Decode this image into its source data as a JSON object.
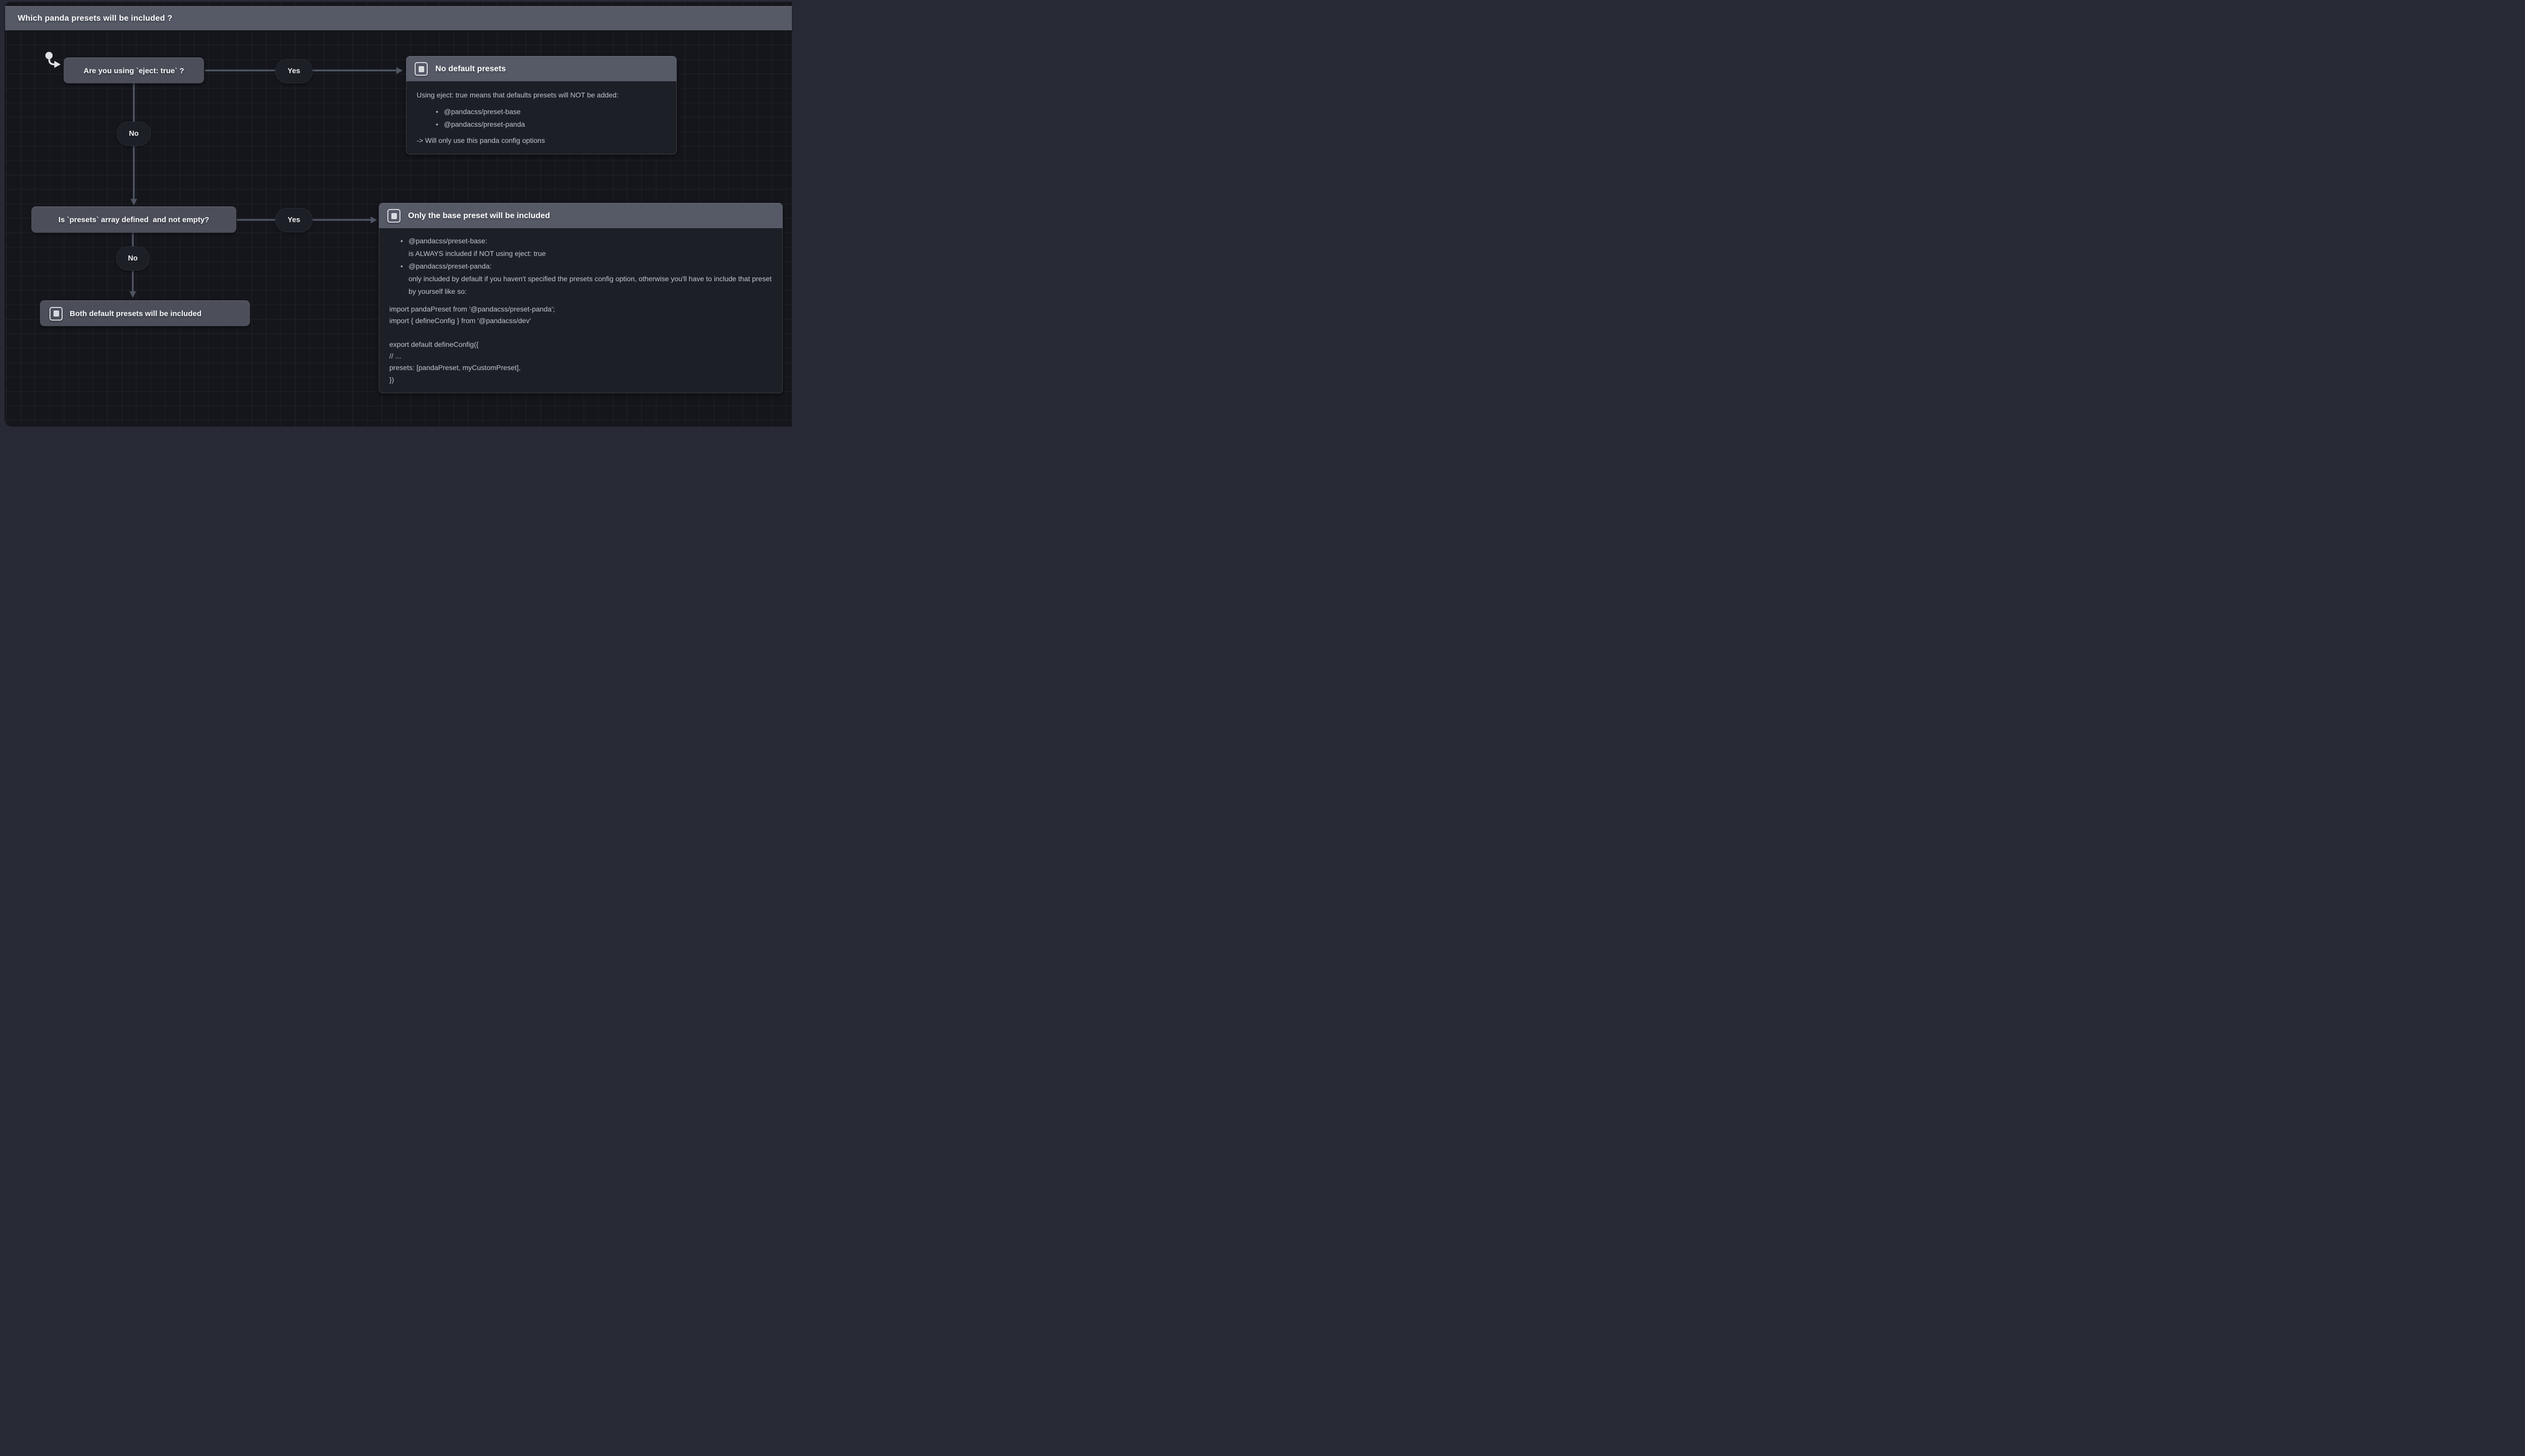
{
  "frame": {
    "title": "Which panda presets will be included ?"
  },
  "nodes": {
    "q_eject": {
      "label": "Are you using `eject: true` ?"
    },
    "q_presets": {
      "label": "Is `presets` array defined  and not empty?"
    },
    "result_both": {
      "label": "Both default presets will be included"
    }
  },
  "edges": {
    "eject_yes": {
      "label": "Yes"
    },
    "eject_no": {
      "label": "No"
    },
    "presets_yes": {
      "label": "Yes"
    },
    "presets_no": {
      "label": "No"
    }
  },
  "box_no_default": {
    "title": "No default presets",
    "intro": "Using eject: true means that defaults presets will NOT be added:",
    "bullets": [
      "@pandacss/preset-base",
      "@pandacss/preset-panda"
    ],
    "outro": "-> Will only use this panda config options"
  },
  "box_base_only": {
    "title": "Only the base preset will be included",
    "bullets": [
      {
        "lead": "@pandacss/preset-base:",
        "text": "is ALWAYS included if NOT using eject: true"
      },
      {
        "lead": "@pandacss/preset-panda:",
        "text": "only included by default if you haven't specified the presets config option, otherwise you'll have to include that preset by yourself like so:"
      }
    ],
    "code": [
      "import pandaPreset from '@pandacss/preset-panda';",
      "import { defineConfig } from '@pandacss/dev'",
      "",
      "export default defineConfig({",
      "// ...",
      "presets: [pandaPreset, myCustomPreset],",
      "})"
    ]
  },
  "icons": {
    "frame_icon": "frame-icon",
    "cursor_icon": "cursor-arrow-icon"
  },
  "colors": {
    "frame_bg": "#272935",
    "canvas_bg": "#15161c",
    "grid_line": "#22232b",
    "shape_gray": "#4c4f5a",
    "header_gray": "#565a67",
    "box_body": "#1d1f26",
    "box_border": "#3b3e47",
    "edge_line": "#4f5562",
    "pill_bg": "#1d1f26",
    "title_text": "#ffffff",
    "body_text": "#bfc3cb",
    "icon_light": "#d8dade"
  }
}
